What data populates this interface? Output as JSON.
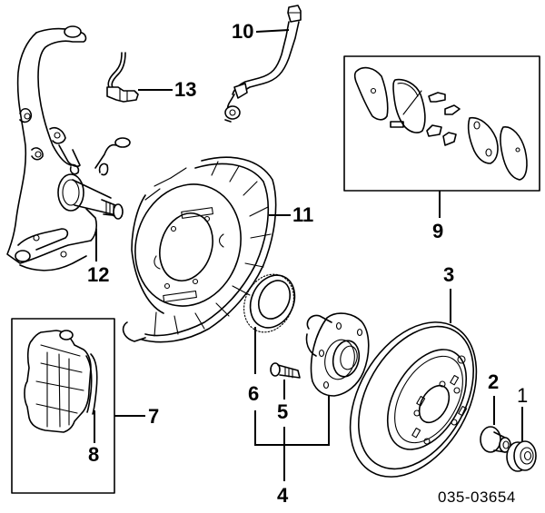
{
  "diagram": {
    "title": "Brake / hub exploded view",
    "diagram_code": "035-03654",
    "callouts": [
      {
        "id": "1",
        "label": "1",
        "part": "hub-nut"
      },
      {
        "id": "2",
        "label": "2",
        "part": "hub-cap"
      },
      {
        "id": "3",
        "label": "3",
        "part": "brake-disc"
      },
      {
        "id": "4",
        "label": "4",
        "part": "hub-assembly"
      },
      {
        "id": "5",
        "label": "5",
        "part": "wheel-stud"
      },
      {
        "id": "6",
        "label": "6",
        "part": "abs-tone-ring"
      },
      {
        "id": "7",
        "label": "7",
        "part": "caliper-assembly"
      },
      {
        "id": "8",
        "label": "8",
        "part": "caliper-bracket"
      },
      {
        "id": "9",
        "label": "9",
        "part": "brake-pad-set"
      },
      {
        "id": "10",
        "label": "10",
        "part": "brake-hose"
      },
      {
        "id": "11",
        "label": "11",
        "part": "dust-shield"
      },
      {
        "id": "12",
        "label": "12",
        "part": "steering-knuckle"
      },
      {
        "id": "13",
        "label": "13",
        "part": "abs-sensor"
      }
    ]
  }
}
